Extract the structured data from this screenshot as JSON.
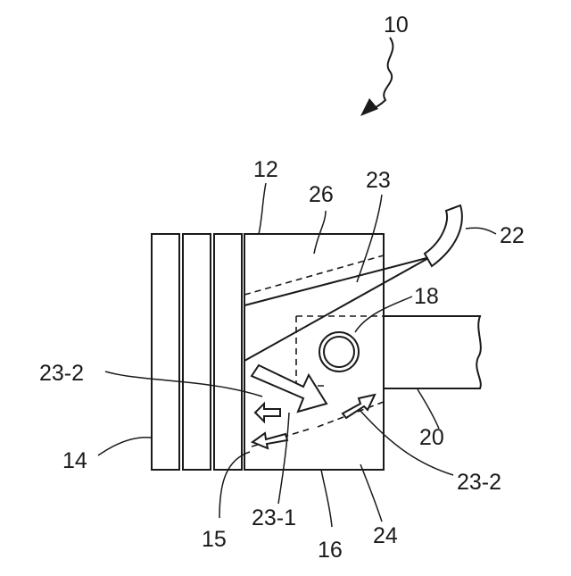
{
  "labels": {
    "assembly": "10",
    "piston_body": "12",
    "piston_rings": "14",
    "passage_inlet": "15",
    "skirt_lower": "16",
    "pin": "18",
    "connecting_rod": "20",
    "nozzle": "22",
    "flow_main": "23",
    "flow_split": "23-1",
    "flow_side_left": "23-2",
    "flow_side_right": "23-2",
    "lower_chamber": "24",
    "upper_chamber": "26"
  }
}
